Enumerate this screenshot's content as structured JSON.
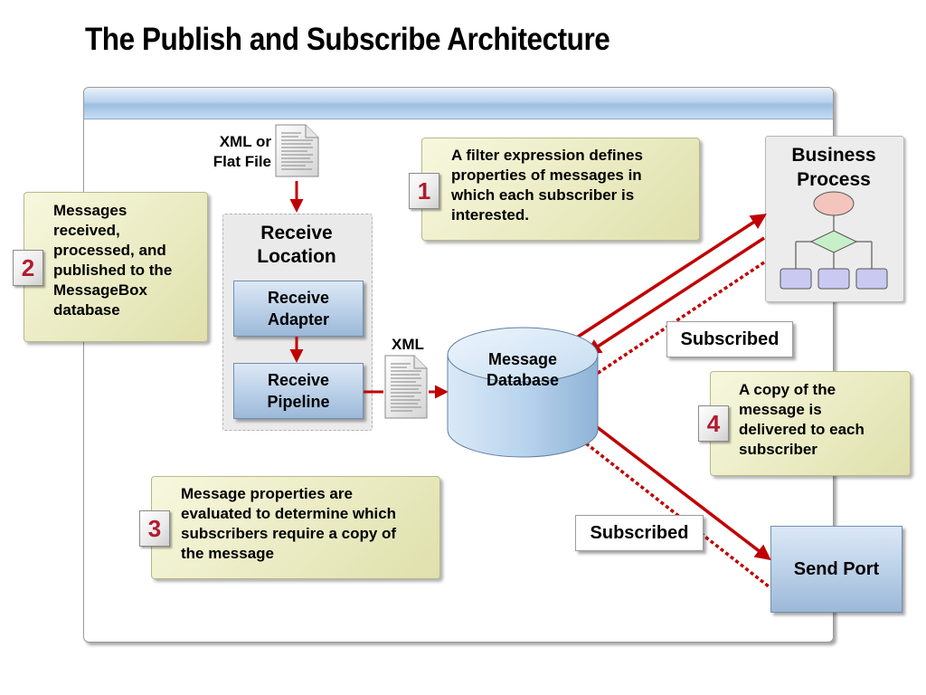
{
  "title": "The Publish and Subscribe Architecture",
  "source_file": {
    "label": "XML or\nFlat File",
    "line1": "XML or",
    "line2": "Flat File"
  },
  "xml_doc_label": "XML",
  "receive_location": {
    "title_line1": "Receive",
    "title_line2": "Location",
    "adapter_line1": "Receive",
    "adapter_line2": "Adapter",
    "pipeline_line1": "Receive",
    "pipeline_line2": "Pipeline"
  },
  "message_database": {
    "line1": "Message",
    "line2": "Database"
  },
  "business_process": {
    "line1": "Business",
    "line2": "Process"
  },
  "send_port": "Send Port",
  "subscribed_labels": [
    "Subscribed",
    "Subscribed"
  ],
  "steps": [
    {
      "number": "1",
      "lines": [
        "A filter expression defines",
        "properties of messages in",
        "which each subscriber is",
        "interested."
      ]
    },
    {
      "number": "2",
      "lines": [
        "Messages",
        "received,",
        "processed, and",
        "published to the",
        "MessageBox",
        "database"
      ]
    },
    {
      "number": "3",
      "lines": [
        "Message properties are",
        "evaluated to determine which",
        "subscribers require a copy of",
        "the message"
      ]
    },
    {
      "number": "4",
      "lines": [
        "A copy of the",
        "message is",
        "delivered to each",
        "subscriber"
      ]
    }
  ],
  "colors": {
    "arrow": "#c00000",
    "step_number": "#b21a2e",
    "note_fill": "#e9eac0",
    "box_blue": "#b9cfe7",
    "cylinder": "#bcd6ee",
    "flow_node": "#c9c9f2",
    "flow_decision": "#c8f0c8",
    "flow_start": "#f3c5bd"
  }
}
